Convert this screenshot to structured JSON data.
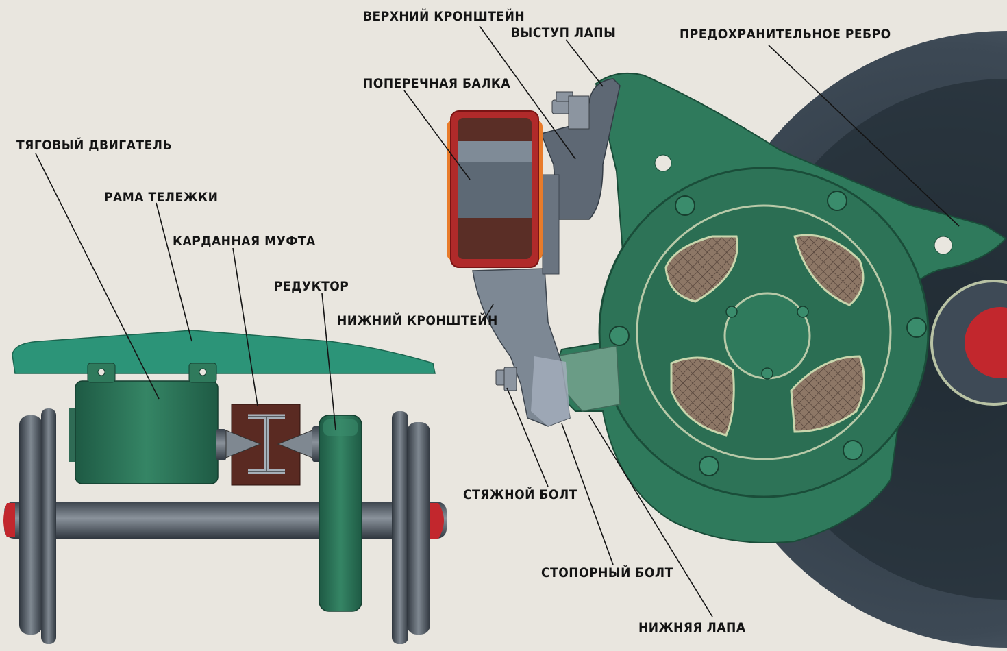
{
  "labels": {
    "upper_bracket": "ВЕРХНИЙ КРОНШТЕЙН",
    "paw_protrusion": "ВЫСТУП ЛАПЫ",
    "safety_rib": "ПРЕДОХРАНИТЕЛЬНОЕ РЕБРО",
    "cross_beam": "ПОПЕРЕЧНАЯ БАЛКА",
    "traction_motor": "ТЯГОВЫЙ ДВИГАТЕЛЬ",
    "bogie_frame": "РАМА ТЕЛЕЖКИ",
    "cardan_coupling": "КАРДАННАЯ МУФТА",
    "gearbox": "РЕДУКТОР",
    "lower_bracket": "НИЖНИЙ КРОНШТЕЙН",
    "tie_bolt": "СТЯЖНОЙ БОЛТ",
    "stop_bolt": "СТОПОРНЫЙ БОЛТ",
    "lower_paw": "НИЖНЯЯ ЛАПА"
  },
  "colors": {
    "background": "#e9e6df",
    "housing_green": "#2f7a5c",
    "housing_green_dark": "#1f5a44",
    "frame_teal": "#2c9478",
    "wheel_dark": "#3d4a55",
    "steel_gray": "#6b7480",
    "coupling_brown": "#5a2a22",
    "beam_red": "#c2272d",
    "mesh_brown": "#8a6f5c"
  }
}
